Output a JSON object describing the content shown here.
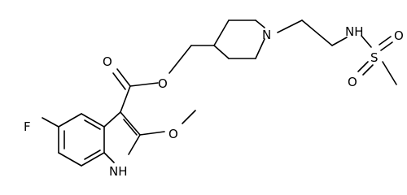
{
  "molecule": {
    "atom_labels": {
      "fluorine": "F",
      "ester_carbonyl_oxygen": "O",
      "ester_oxygen": "O",
      "methoxy_oxygen": "O",
      "piperidine_nitrogen": "N",
      "indole_nh": "NH",
      "sulfonamide_nh": "NH",
      "sulfur": "S",
      "sulfonyl_oxygen_top": "O",
      "sulfonyl_oxygen_bottom": "O"
    },
    "colors": {
      "bond": "#000000",
      "background": "#ffffff"
    }
  }
}
